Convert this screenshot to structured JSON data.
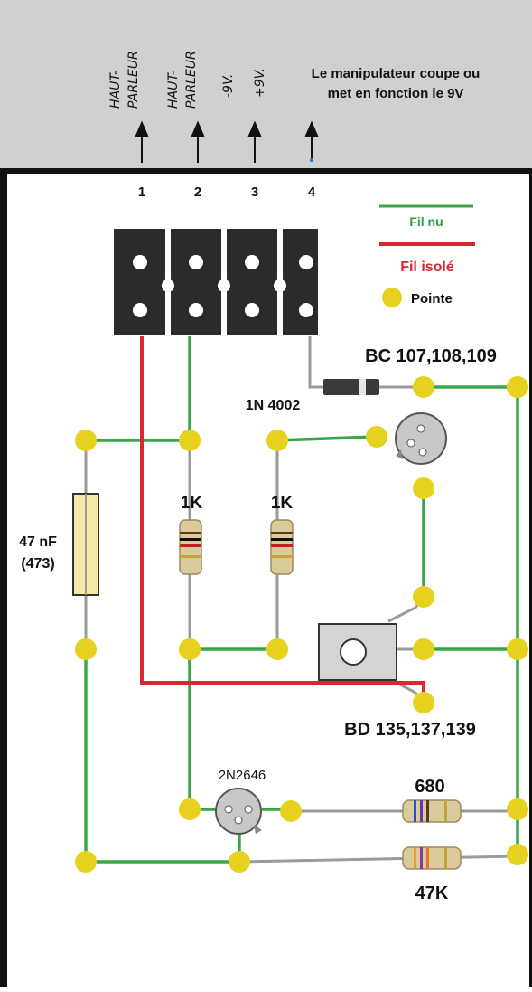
{
  "header": {
    "pins": [
      {
        "number": "1",
        "label_line1": "HAUT-",
        "label_line2": "PARLEUR"
      },
      {
        "number": "2",
        "label_line1": "HAUT-",
        "label_line2": "PARLEUR"
      },
      {
        "number": "3",
        "label_line1": "-9V.",
        "label_line2": ""
      },
      {
        "number": "4",
        "label_line1": "+9V.",
        "label_line2": ""
      }
    ],
    "note_line1": "Le manipulateur coupe ou",
    "note_line2": "met en fonction le 9V"
  },
  "legend": {
    "bare_wire": "Fil nu",
    "insulated_wire": "Fil isolé",
    "point": "Pointe"
  },
  "components": {
    "transistor_small": "BC 107,108,109",
    "diode": "1N 4002",
    "resistor_a": "1K",
    "resistor_b": "1K",
    "capacitor_line1": "47 nF",
    "capacitor_line2": "(473)",
    "transistor_power": "BD 135,137,139",
    "ujt": "2N2646",
    "resistor_680": "680",
    "resistor_47k": "47K"
  },
  "colors": {
    "bare_wire": "#3aa64a",
    "insulated_wire": "#d8282e",
    "point": "#e6d21e",
    "header_bg": "#d0d0d0",
    "connector": "#2b2b2b"
  }
}
